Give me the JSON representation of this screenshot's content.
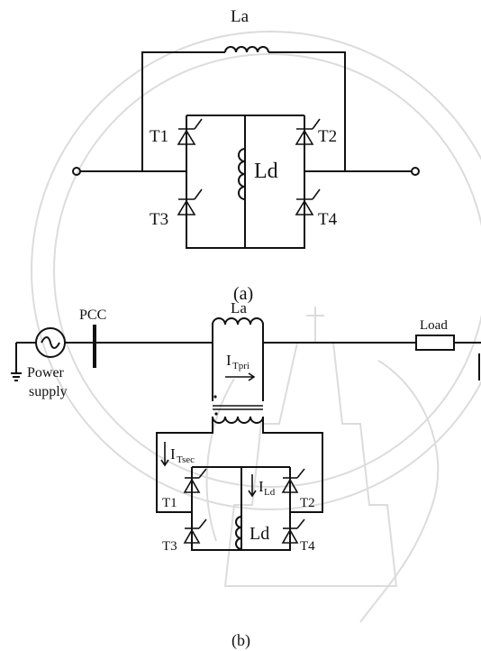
{
  "diagram_a": {
    "caption": "(a)",
    "labels": {
      "la": "La",
      "ld": "Ld",
      "t1": "T1",
      "t2": "T2",
      "t3": "T3",
      "t4": "T4"
    }
  },
  "diagram_b": {
    "caption": "(b)",
    "labels": {
      "pcc": "PCC",
      "la": "La",
      "load": "Load",
      "power": "Power",
      "supply": "supply",
      "i_tpri": "I",
      "i_tpri_sub": "Tpri",
      "i_tsec": "I",
      "i_tsec_sub": "Tsec",
      "i_ld": "I",
      "i_ld_sub": "Ld",
      "ld": "Ld",
      "t1": "T1",
      "t2": "T2",
      "t3": "T3",
      "t4": "T4"
    }
  },
  "icons": [
    "ac-source-icon",
    "ground-icon",
    "thyristor-icon",
    "inductor-icon",
    "transformer-icon",
    "terminal-icon"
  ],
  "colors": {
    "line": "#111111",
    "watermark": "#dcdcdc",
    "background": "#ffffff"
  }
}
